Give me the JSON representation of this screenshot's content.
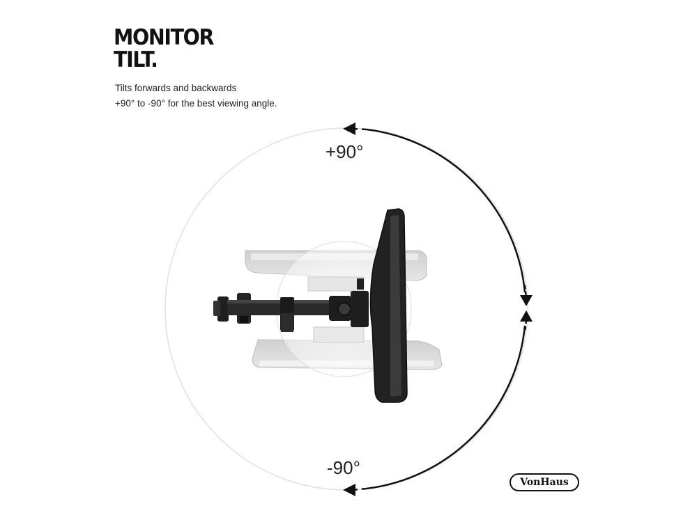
{
  "headline": {
    "line1": "MONITOR",
    "line2": "TILT."
  },
  "description": {
    "line1": "Tilts forwards and backwards",
    "line2": "+90° to -90° for the best viewing angle."
  },
  "angles": {
    "top": "+90°",
    "bottom": "-90°"
  },
  "brand": "VonHaus",
  "colors": {
    "text": "#111111",
    "arrow": "#111111",
    "circle": "#e0e0e0",
    "monitor_ghost": "#d8d8d8"
  }
}
